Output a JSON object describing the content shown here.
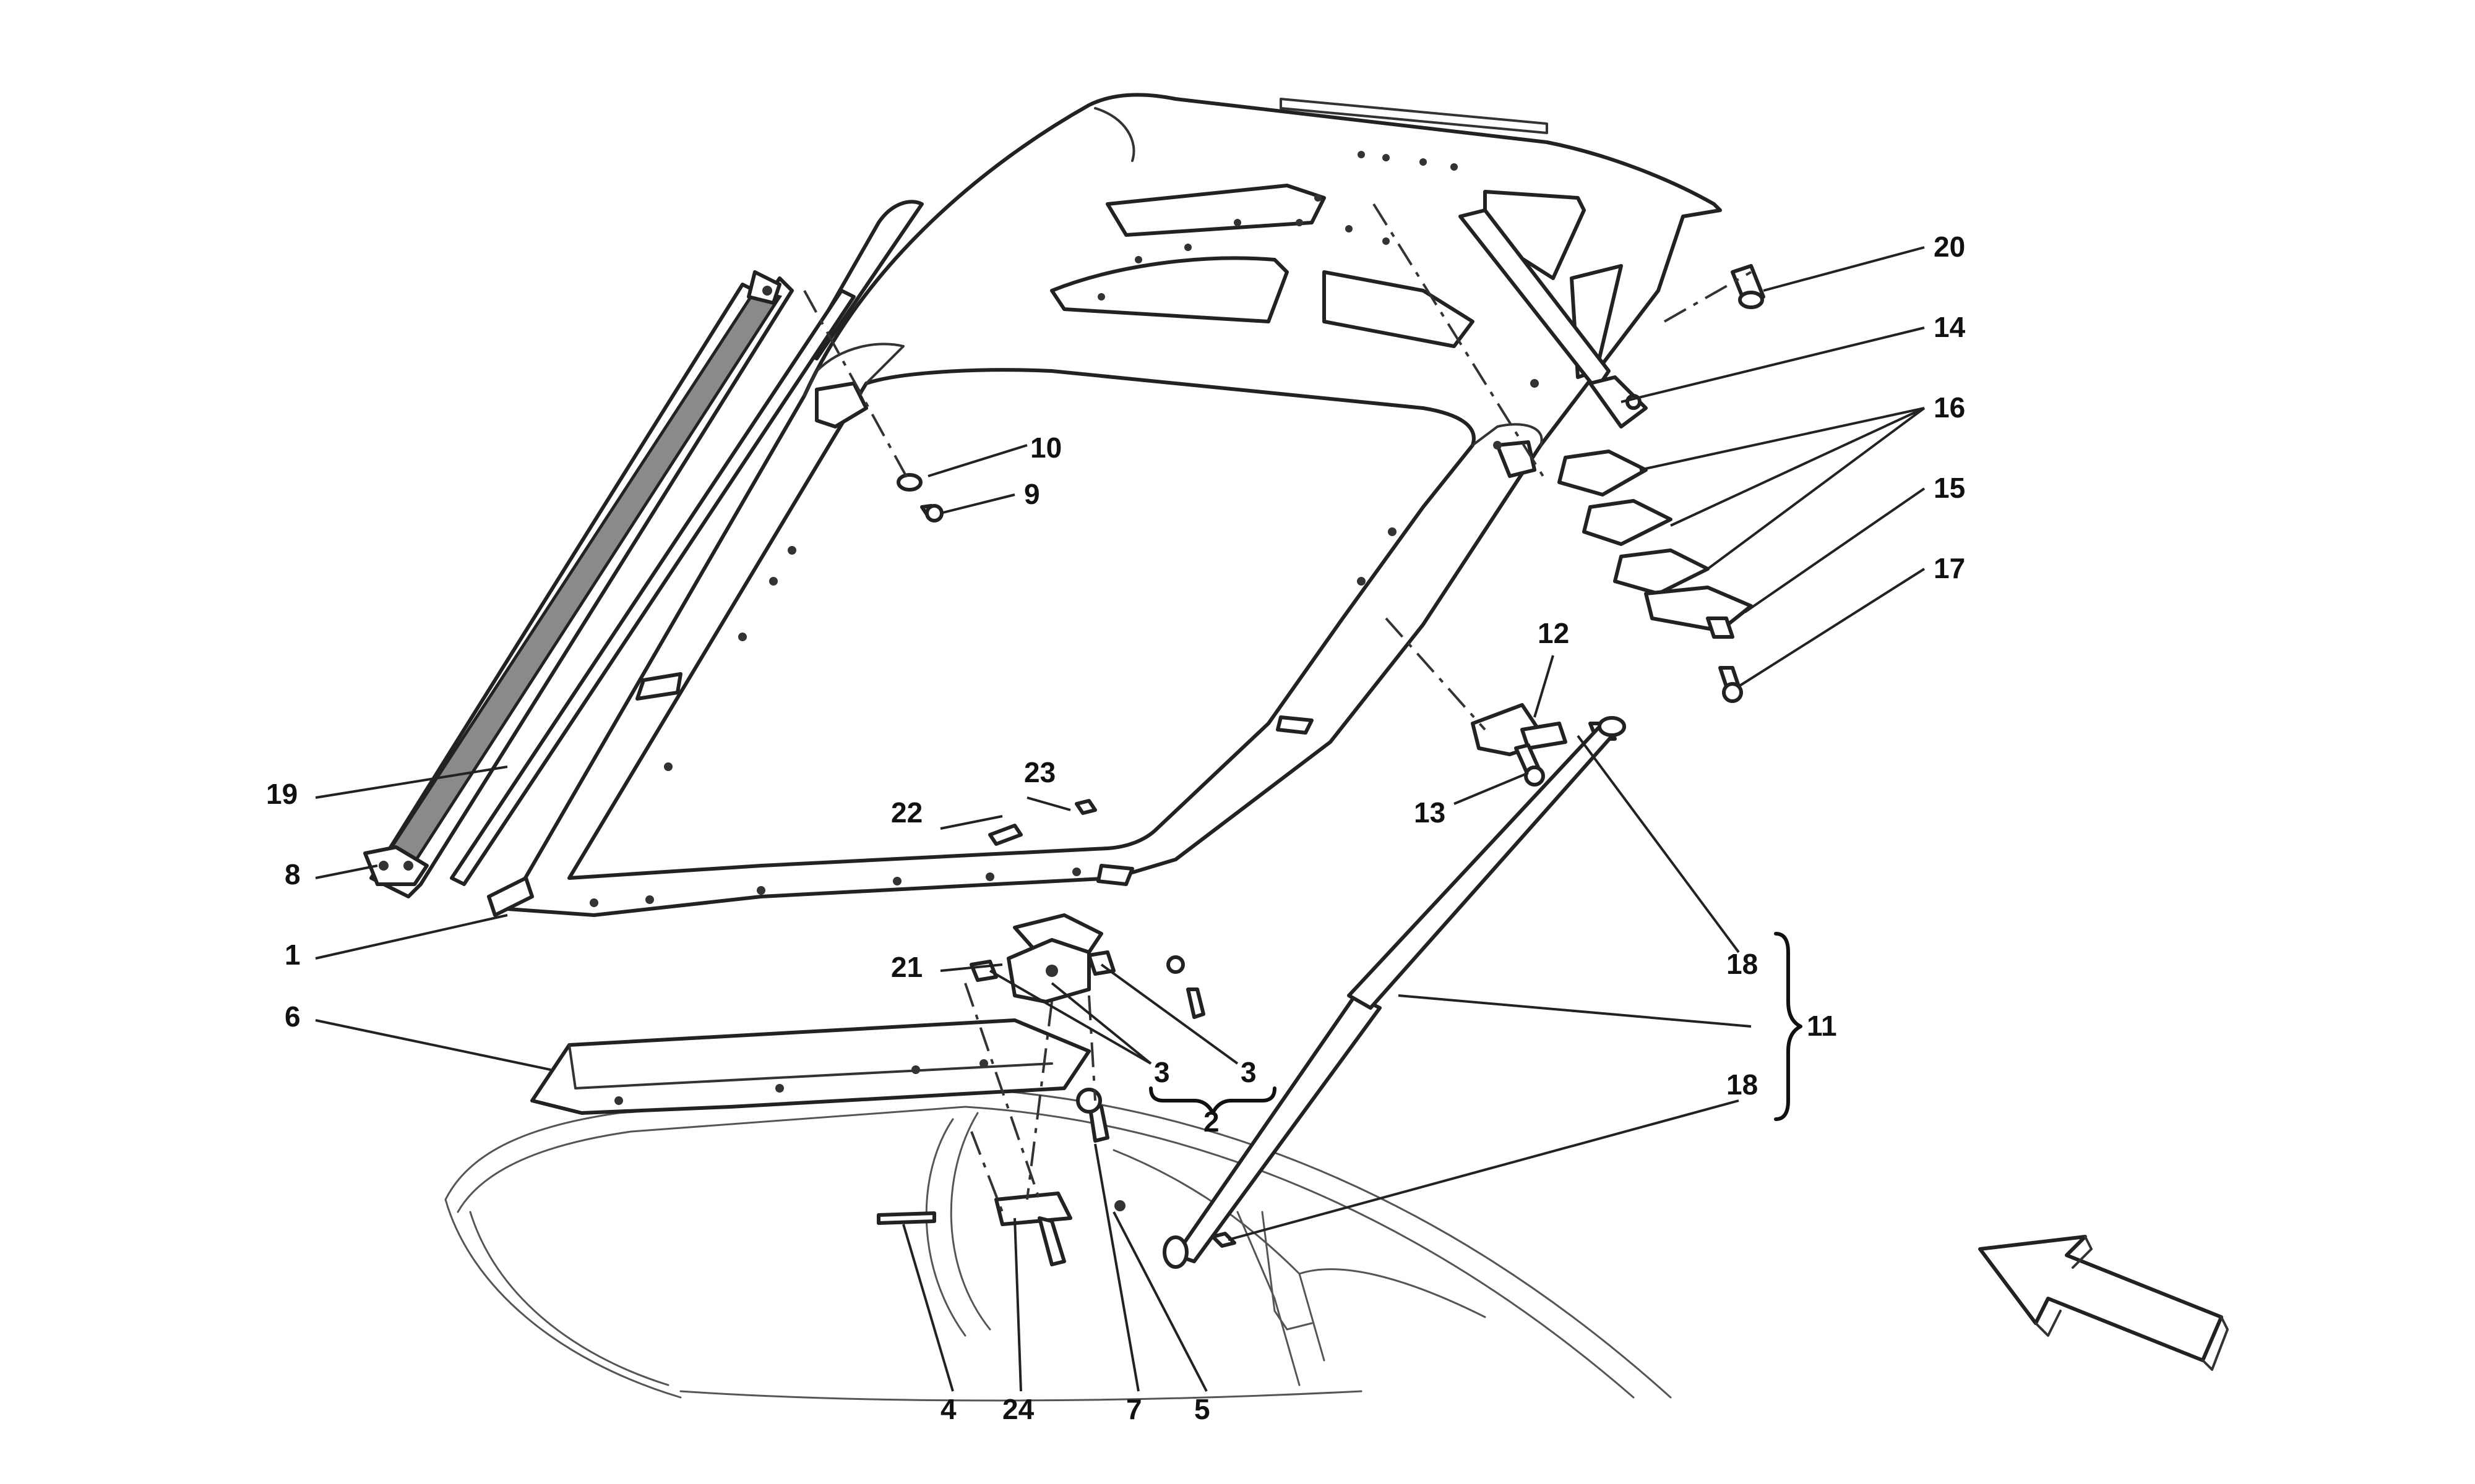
{
  "callouts": {
    "c1": "1",
    "c2": "2",
    "c3a": "3",
    "c3b": "3",
    "c4": "4",
    "c5": "5",
    "c6": "6",
    "c7": "7",
    "c8": "8",
    "c9": "9",
    "c10": "10",
    "c11": "11",
    "c12": "12",
    "c13": "13",
    "c14": "14",
    "c15": "15",
    "c16": "16",
    "c17": "17",
    "c18a": "18",
    "c18b": "18",
    "c19": "19",
    "c20": "20",
    "c21": "21",
    "c22": "22",
    "c23": "23",
    "c24": "24"
  },
  "icons": {
    "direction_arrow": "front-direction-arrow-icon"
  },
  "colors": {
    "line": "#222222",
    "background": "#ffffff",
    "mesh": "#8a8a8a"
  }
}
